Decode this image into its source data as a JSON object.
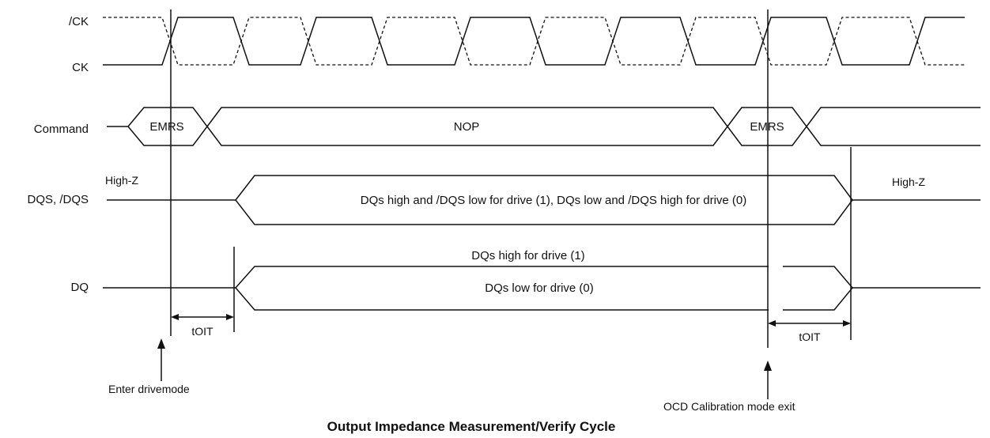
{
  "signals": {
    "ck_n": "/CK",
    "ck": "CK",
    "command": "Command",
    "dqs": "DQS, /DQS",
    "dq": "DQ"
  },
  "command": {
    "emrs_enter": "EMRS",
    "nop": "NOP",
    "emrs_exit": "EMRS"
  },
  "dqs": {
    "highz_left": "High-Z",
    "drive_text": "DQs high and /DQS low for drive (1), DQs low and /DQS high for drive (0)",
    "highz_right": "High-Z"
  },
  "dq": {
    "high_text": "DQs high for drive (1)",
    "low_text": "DQs low for drive (0)"
  },
  "timing": {
    "toit_left": "tOIT",
    "toit_right": "tOIT"
  },
  "events": {
    "enter": "Enter drivemode",
    "exit": "OCD Calibration mode exit"
  },
  "title": "Output Impedance Measurement/Verify Cycle"
}
